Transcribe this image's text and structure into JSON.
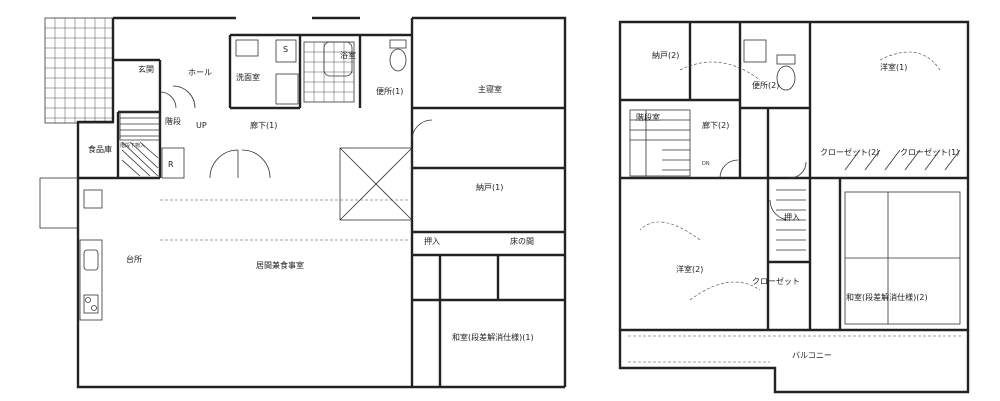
{
  "floor1": {
    "rooms": {
      "entrance": "玄関",
      "hall": "ホール",
      "washroom": "洗面室",
      "bathroom": "浴室",
      "toilet": "便所(1)",
      "master_bedroom": "主寝室",
      "stairs": "階段",
      "storage_under_stairs": "階段下物入",
      "corridor": "廊下(1)",
      "pantry": "食品庫",
      "kitchen": "台所",
      "living": "居間兼食事室",
      "closet": "納戸(1)",
      "storage_a": "押入",
      "storage_b": "床の間",
      "japanese_room": "和室(段差解消仕様)(1)"
    },
    "symbols": {
      "s": "S",
      "r": "R",
      "up": "UP"
    }
  },
  "floor2": {
    "rooms": {
      "closet2": "納戸(2)",
      "toilet2": "便所(2)",
      "western1": "洋室(1)",
      "stair_room": "階段室",
      "corridor2": "廊下(2)",
      "closet_a": "クローゼット(2)",
      "closet_b": "クローゼット(1)",
      "western2": "洋室(2)",
      "storage2": "押入",
      "closet_c": "クローゼット",
      "japanese2": "和室(段差解消仕様)(2)",
      "balcony": "バルコニー"
    },
    "symbols": {
      "dn": "DN"
    }
  }
}
